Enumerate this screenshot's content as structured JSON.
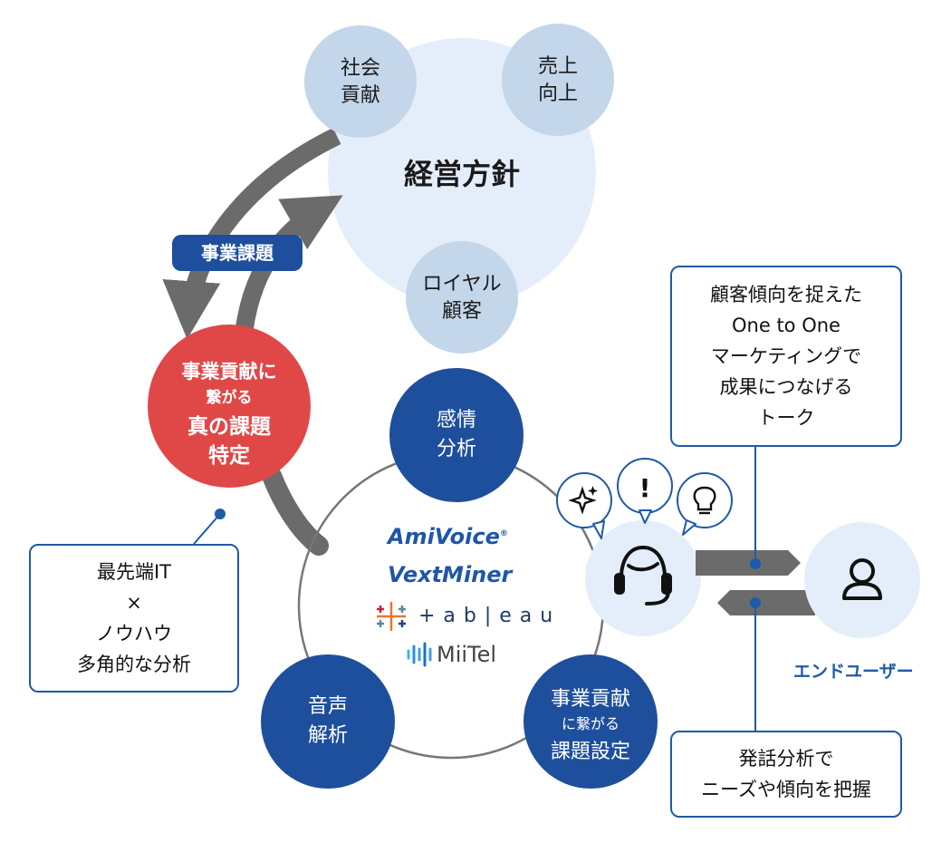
{
  "goals": {
    "center": "経営方針",
    "social": [
      "社会",
      "貢献"
    ],
    "sales": [
      "売上",
      "向上"
    ],
    "loyal": [
      "ロイヤル",
      "顧客"
    ]
  },
  "issue_tag": "事業課題",
  "red_circle": [
    "事業貢献に",
    "繋がる",
    "真の課題",
    "特定"
  ],
  "cycle": {
    "emotion": [
      "感情",
      "分析"
    ],
    "voice": [
      "音声",
      "解析"
    ],
    "contribution": [
      "事業貢献",
      "に繋がる",
      "課題設定"
    ]
  },
  "logos": {
    "amivoice": "AmiVoice",
    "amivoice_mark": "®",
    "vextminer": "VextMiner",
    "tableau": "+ a b | e a u",
    "miitel": "MiiTel"
  },
  "left_box": [
    "最先端IT",
    "×",
    "ノウハウ",
    "多角的な分析"
  ],
  "top_right_box": [
    "顧客傾向を捉えた",
    "One to One",
    "マーケティングで",
    "成果につなげる",
    "トーク"
  ],
  "bottom_right_box": [
    "発話分析で",
    "ニーズや傾向を把握"
  ],
  "end_user_label": "エンドユーザー",
  "bubble_marks": {
    "alert": "!"
  },
  "colors": {
    "navy": "#1e4f9c",
    "light_blue_circle": "#e4eefa",
    "steel_circle": "#c3d6ea",
    "red": "#e04848",
    "arrow_gray": "#6b6b6b",
    "accent_line": "#1e5aa8"
  }
}
